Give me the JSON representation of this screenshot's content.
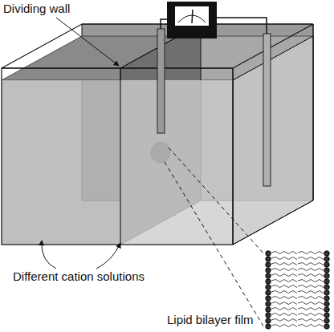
{
  "diagram": {
    "labels": [
      "Dividing wall",
      "Different cation solutions",
      "Lipid bilayer film"
    ]
  }
}
